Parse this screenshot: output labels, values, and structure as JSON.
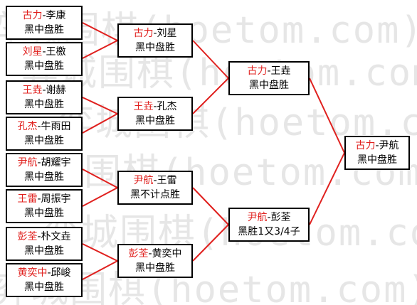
{
  "watermark": "弈城围棋(hoetom.com)",
  "colors": {
    "winner": "#e0201e",
    "line": "#e0201e",
    "border": "#000000"
  },
  "round1": [
    {
      "winner": "古力",
      "loser": "李康",
      "result": "黑中盘胜"
    },
    {
      "winner": "刘星",
      "loser": "王檄",
      "result": "黑中盘胜"
    },
    {
      "winner": "王垚",
      "loser": "谢赫",
      "result": "黑中盘胜"
    },
    {
      "winner": "孔杰",
      "loser": "牛雨田",
      "result": "黑中盘胜"
    },
    {
      "winner": "尹航",
      "loser": "胡耀宇",
      "result": "黑中盘胜"
    },
    {
      "winner": "王雷",
      "loser": "周振宇",
      "result": "黑中盘胜"
    },
    {
      "winner": "彭荃",
      "loser": "朴文垚",
      "result": "黑中盘胜"
    },
    {
      "winner": "黄奕中",
      "loser": "邱峻",
      "result": "黑中盘胜"
    }
  ],
  "round2": [
    {
      "winner": "古力",
      "loser": "刘星",
      "result": "黑中盘胜"
    },
    {
      "winner": "王垚",
      "loser": "孔杰",
      "result": "黑中盘胜"
    },
    {
      "winner": "尹航",
      "loser": "王雷",
      "result": "黑不计点胜"
    },
    {
      "winner": "彭荃",
      "loser": "黄奕中",
      "result": "黑中盘胜"
    }
  ],
  "round3": [
    {
      "winner": "古力",
      "loser": "王垚",
      "result": "黑中盘胜"
    },
    {
      "winner": "尹航",
      "loser": "彭荃",
      "result": "黑胜1又3/4子"
    }
  ],
  "final": [
    {
      "winner": "古力",
      "loser": "尹航",
      "result": "黑中盘胜"
    }
  ]
}
